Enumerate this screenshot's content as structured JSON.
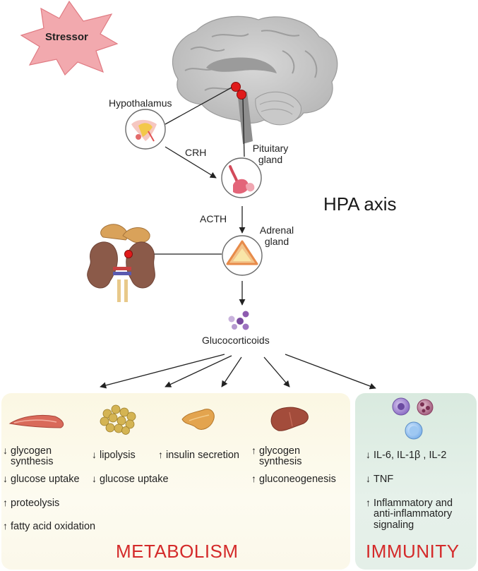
{
  "stressor": "Stressor",
  "hpa_axis": "HPA axis",
  "labels": {
    "hypothalamus": "Hypothalamus",
    "crh": "CRH",
    "pituitary_1": "Pituitary",
    "pituitary_2": "gland",
    "acth": "ACTH",
    "adrenal_1": "Adrenal",
    "adrenal_2": "gland",
    "glucocorticoids": "Glucocorticoids"
  },
  "panels": {
    "metabolism_title": "METABOLISM",
    "immunity_title": "IMMUNITY"
  },
  "effects": {
    "muscle_1_arrow": "↓",
    "muscle_1a": "glycogen",
    "muscle_1b": "synthesis",
    "muscle_2_arrow": "↓",
    "muscle_2": "glucose uptake",
    "muscle_3_arrow": "↑",
    "muscle_3": "proteolysis",
    "muscle_4_arrow": "↑",
    "muscle_4": "fatty acid oxidation",
    "adipose_1_arrow": "↓",
    "adipose_1": "lipolysis",
    "adipose_2_arrow": "↓",
    "adipose_2": "glucose uptake",
    "pancreas_1_arrow": "↑",
    "pancreas_1": "insulin secretion",
    "liver_1_arrow": "↑",
    "liver_1a": "glycogen",
    "liver_1b": "synthesis",
    "liver_2_arrow": "↑",
    "liver_2": "gluconeogenesis",
    "immune_1_arrow": "↓",
    "immune_1": "IL-6, IL-1β , IL-2",
    "immune_2_arrow": "↓",
    "immune_2": "TNF",
    "immune_3_arrow": "↑",
    "immune_3a": "Inflammatory and",
    "immune_3b": "anti-inflammatory",
    "immune_3c": "signaling"
  },
  "colors": {
    "accent_red": "#d42a2a",
    "node_red": "#e01b1b",
    "stressor_fill": "#f0a3a8",
    "metabolism_panel": "#fbf7e3",
    "immunity_panel": "#dfece4"
  },
  "icons": [
    "brain-icon",
    "hypothalamus-icon",
    "pituitary-icon",
    "adrenal-icon",
    "kidneys-icon",
    "molecules-icon",
    "muscle-icon",
    "adipose-icon",
    "pancreas-icon",
    "liver-icon",
    "immune-cells-icon"
  ]
}
